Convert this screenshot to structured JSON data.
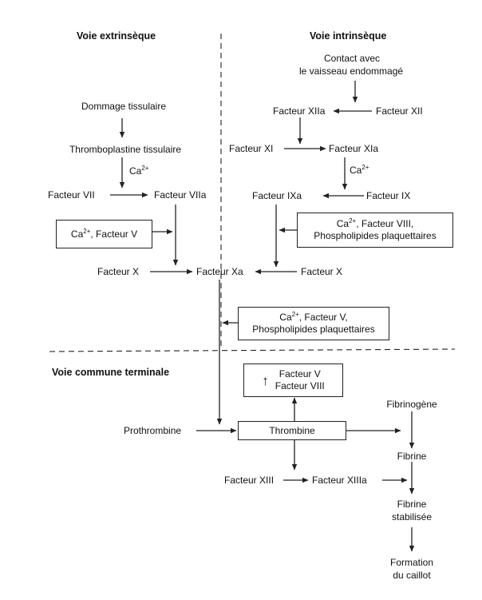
{
  "headings": {
    "extrinsic": "Voie extrinsèque",
    "intrinsic": "Voie intrinsèque",
    "common": "Voie commune terminale"
  },
  "extrinsic": {
    "tissue_damage": "Dommage tissulaire",
    "tissue_thromboplastin": "Thromboplastine tissulaire",
    "ca": "Ca",
    "ca_sup": "2+",
    "factor_vii": "Facteur VII",
    "factor_viia": "Facteur VIIa",
    "box_ca": "Ca",
    "box_ca_sup": "2+",
    "box_rest": ", Facteur V"
  },
  "intrinsic": {
    "contact_line1": "Contact avec",
    "contact_line2": "le vaisseau endommagé",
    "factor_xiia": "Facteur XIIa",
    "factor_xii": "Facteur XII",
    "factor_xi": "Facteur XI",
    "factor_xia": "Facteur XIa",
    "ca": "Ca",
    "ca_sup": "2+",
    "factor_ixa": "Facteur IXa",
    "factor_ix": "Facteur IX",
    "box_ca": "Ca",
    "box_ca_sup": "2+",
    "box_rest": ", Facteur VIII,",
    "box_line2": "Phospholipides plaquettaires"
  },
  "convergence": {
    "factor_x_left": "Facteur X",
    "factor_xa": "Facteur Xa",
    "factor_x_right": "Facteur X",
    "box_ca": "Ca",
    "box_ca_sup": "2+",
    "box_rest": ", Facteur V,",
    "box_line2": "Phospholipides plaquettaires"
  },
  "common": {
    "up_arrow": "↑",
    "feedback_line1": "Facteur V",
    "feedback_line2": "Facteur VIII",
    "prothrombin": "Prothrombine",
    "thrombin": "Thrombine",
    "fibrinogen": "Fibrinogène",
    "fibrin": "Fibrine",
    "factor_xiii": "Facteur XIII",
    "factor_xiiia": "Facteur XIIIa",
    "stabilized_fibrin_line1": "Fibrine",
    "stabilized_fibrin_line2": "stabilisée",
    "clot_line1": "Formation",
    "clot_line2": "du caillot"
  }
}
